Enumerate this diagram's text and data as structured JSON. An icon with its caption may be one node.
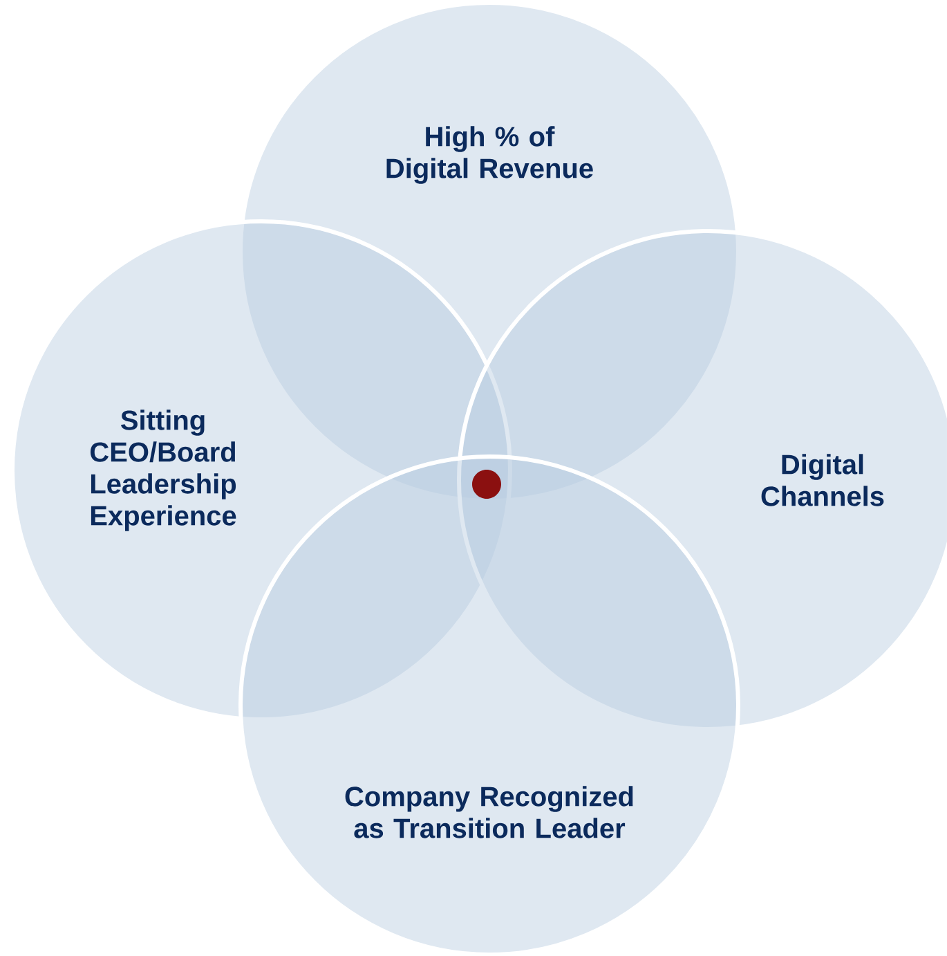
{
  "diagram": {
    "nodes": [
      {
        "text": [
          "High % of Digital Revenue"
        ]
      },
      {
        "text": [
          "Sitting CEO/Board Leadership Experience"
        ]
      },
      {
        "text": [
          "Digital Channels"
        ]
      },
      {
        "text": [
          "Company Recognized as Transition Leader"
        ]
      },
      {
        "text": [],
        "shape": "circle"
      }
    ]
  }
}
